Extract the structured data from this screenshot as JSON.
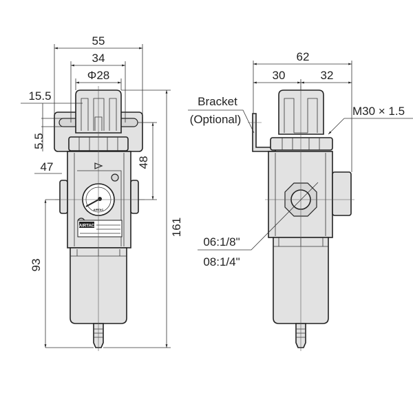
{
  "front_view": {
    "dimensions": {
      "overall_width": "55",
      "bracket_hole_span": "34",
      "knob_diameter": "Φ28",
      "bracket_offset": "15.5",
      "slot_width": "5.5",
      "port_height": "47",
      "port_to_bracket": "48",
      "overall_height": "161",
      "port_to_bottom": "93"
    },
    "logo_text": "AIRTAC"
  },
  "side_view": {
    "dimensions": {
      "overall_depth": "62",
      "left_depth": "30",
      "right_depth": "32"
    },
    "bracket_label": "Bracket",
    "bracket_label_note": "(Optional)",
    "thread_label": "M30 × 1.5",
    "port_sizes": [
      "06:1/8\"",
      "08:1/4\""
    ]
  }
}
